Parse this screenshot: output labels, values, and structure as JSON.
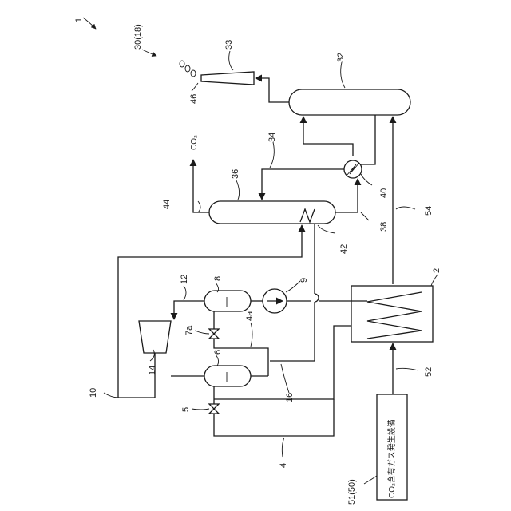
{
  "labels": {
    "system": "1",
    "plant": "30(18)",
    "stack": "33",
    "emission": "46",
    "absorber": "32",
    "exchanger": "40",
    "co2": "CO₂",
    "co2_line": "44",
    "regen_line": "34",
    "regenerator": "36",
    "rich_line": "38",
    "reboiler": "42",
    "flue_line": "54",
    "heat_exchanger": "2",
    "steam_line": "12",
    "drum_top": "8",
    "pump": "9",
    "valve_top": "7a",
    "line_4a": "4a",
    "drum_bottom": "6",
    "valve_bottom": "5",
    "turbine": "14",
    "return_line": "10",
    "line_16": "16",
    "line_4": "4",
    "line_52": "52",
    "source_id": "51(50)",
    "source_label": "CO₂含有ガス発生設備"
  }
}
